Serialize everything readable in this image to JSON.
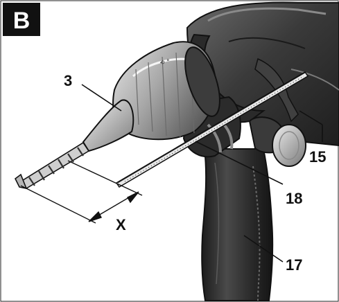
{
  "panel": {
    "letter": "B"
  },
  "callouts": {
    "drill_chuck": "3",
    "auxiliary_handle_clamp": "15",
    "depth_stop": "18",
    "auxiliary_handle": "17",
    "drilling_depth": "X"
  },
  "colors": {
    "body_dark": "#2f2f2f",
    "body_mid": "#555555",
    "body_light": "#9a9a9a",
    "metal": "#d8d8d8",
    "outline": "#111111",
    "panel_box": "#111111"
  }
}
